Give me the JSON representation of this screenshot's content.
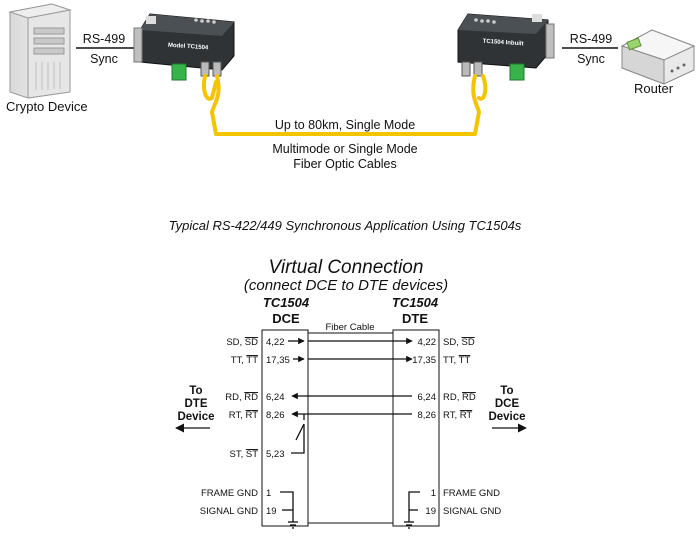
{
  "top": {
    "left_device_label": "Crypto Device",
    "right_device_label": "Router",
    "left_link_protocol": "RS-499",
    "left_link_mode": "Sync",
    "right_link_protocol": "RS-499",
    "right_link_mode": "Sync",
    "left_unit_model": "Model TC1504",
    "right_unit_model": "TC1504 Inbuilt",
    "fiber_distance": "Up to 80km, Single Mode",
    "fiber_type_line1": "Multimode or Single Mode",
    "fiber_type_line2": "Fiber Optic Cables",
    "caption": "Typical RS-422/449 Synchronous Application Using TC1504s",
    "colors": {
      "fiber": "#f5c400",
      "unit_body": "#2f3336",
      "connector": "#37b34a"
    }
  },
  "bottom": {
    "title": "Virtual Connection",
    "subtitle": "(connect DCE to DTE devices)",
    "left_unit_name": "TC1504",
    "left_unit_role": "DCE",
    "right_unit_name": "TC1504",
    "right_unit_role": "DTE",
    "fiber_label": "Fiber Cable",
    "left_to": {
      "line1": "To",
      "line2": "DTE",
      "line3": "Device"
    },
    "right_to": {
      "line1": "To",
      "line2": "DCE",
      "line3": "Device"
    },
    "left_signals": [
      {
        "name": "SD, ",
        "over": "SD",
        "pins": "4,22"
      },
      {
        "name": "TT, ",
        "over": "TT",
        "pins": "17,35"
      },
      {
        "name": "RD, ",
        "over": "RD",
        "pins": "6,24"
      },
      {
        "name": "RT, ",
        "over": "RT",
        "pins": "8,26"
      },
      {
        "name": "ST, ",
        "over": "ST",
        "pins": "5,23"
      },
      {
        "name": "FRAME GND",
        "over": "",
        "pins": "1"
      },
      {
        "name": "SIGNAL GND",
        "over": "",
        "pins": "19"
      }
    ],
    "right_signals": [
      {
        "name": "SD, ",
        "over": "SD",
        "pins": "4,22"
      },
      {
        "name": "TT, ",
        "over": "TT",
        "pins": "17,35"
      },
      {
        "name": "RD, ",
        "over": "RD",
        "pins": "6,24"
      },
      {
        "name": "RT, ",
        "over": "RT",
        "pins": "8,26"
      },
      {
        "name": "FRAME GND",
        "over": "",
        "pins": "1"
      },
      {
        "name": "SIGNAL GND",
        "over": "",
        "pins": "19"
      }
    ]
  }
}
